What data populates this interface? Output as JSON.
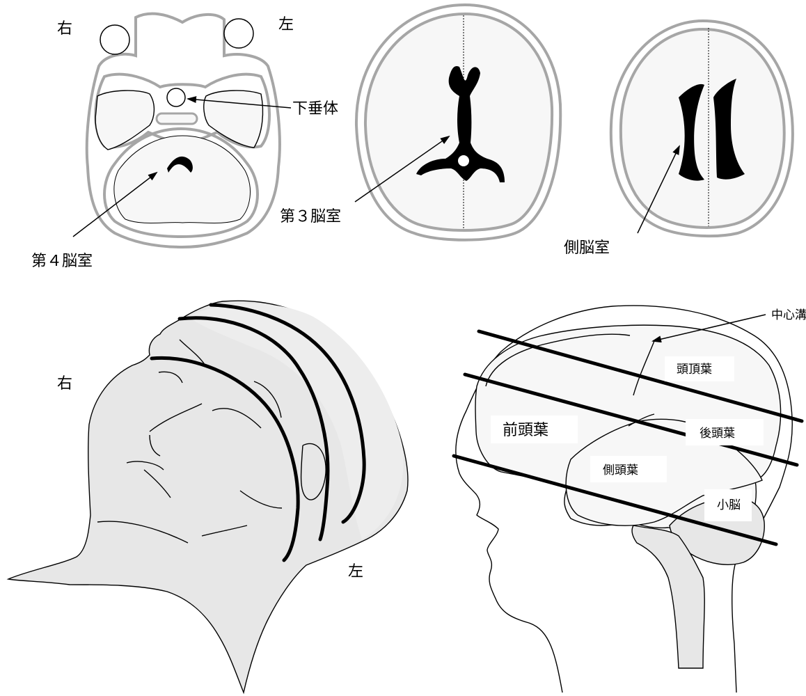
{
  "panel_skull_base": {
    "right_label": "右",
    "left_label": "左",
    "pituitary_label": "下垂体",
    "fourth_ventricle_label": "第４脳室"
  },
  "panel_third_ventricle": {
    "label": "第３脳室"
  },
  "panel_lateral_ventricle": {
    "label": "側脳室"
  },
  "panel_head_oblique": {
    "right_label": "右",
    "left_label": "左"
  },
  "panel_brain_lateral": {
    "central_sulcus_label": "中心溝",
    "parietal_label": "頭頂葉",
    "frontal_label": "前頭葉",
    "occipital_label": "後頭葉",
    "temporal_label": "側頭葉",
    "cerebellum_label": "小脳"
  }
}
